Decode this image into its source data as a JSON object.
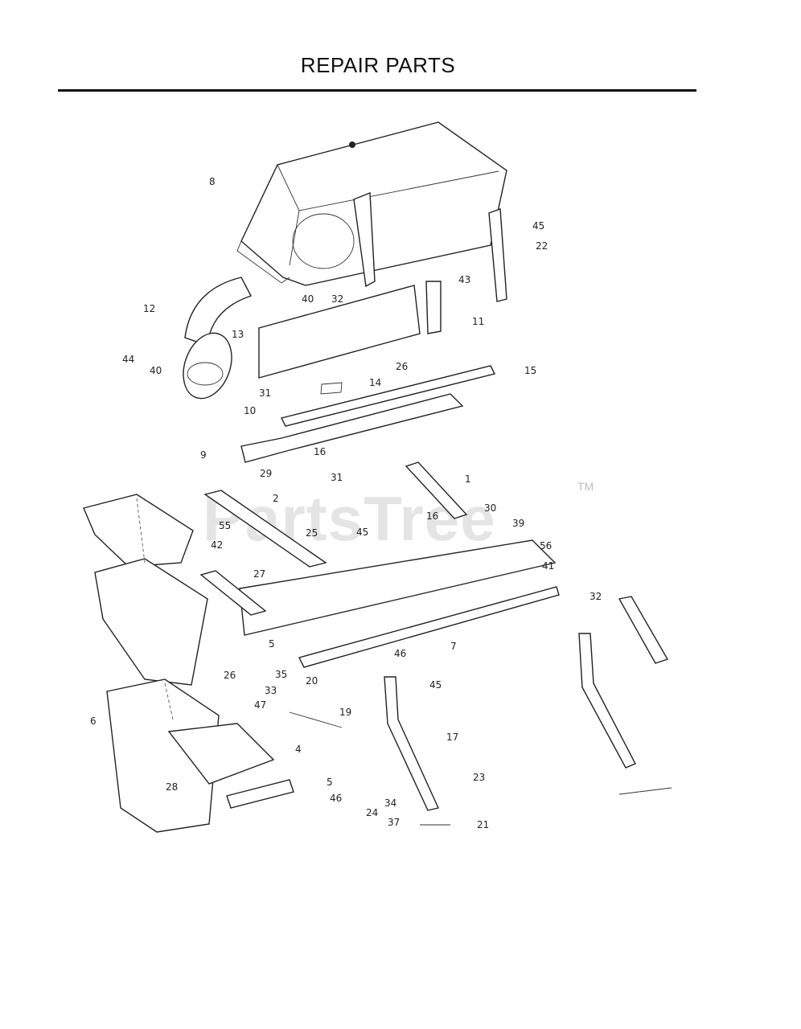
{
  "title": "REPAIR PARTS",
  "watermark": {
    "text": "PartsTree",
    "trademark": "TM"
  },
  "callouts": [
    "8",
    "45",
    "22",
    "40",
    "32",
    "43",
    "12",
    "13",
    "11",
    "44",
    "40",
    "26",
    "15",
    "31",
    "14",
    "10",
    "9",
    "16",
    "29",
    "31",
    "1",
    "2",
    "30",
    "16",
    "55",
    "25",
    "45",
    "39",
    "42",
    "56",
    "27",
    "41",
    "32",
    "5",
    "46",
    "7",
    "26",
    "35",
    "20",
    "45",
    "33",
    "47",
    "19",
    "6",
    "4",
    "17",
    "28",
    "23",
    "5",
    "46",
    "34",
    "24",
    "37",
    "21"
  ]
}
